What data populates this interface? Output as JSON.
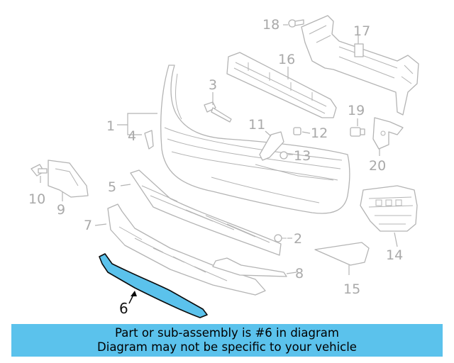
{
  "diagram": {
    "highlighted_part": "6",
    "callouts": [
      "1",
      "2",
      "3",
      "4",
      "5",
      "6",
      "7",
      "8",
      "9",
      "10",
      "11",
      "12",
      "13",
      "14",
      "15",
      "16",
      "17",
      "18",
      "19",
      "20"
    ]
  },
  "banner": {
    "line1": "Part or sub-assembly is #6 in diagram",
    "line2": "Diagram may not be specific to your vehicle"
  },
  "colors": {
    "highlight": "#5bc2ec",
    "banner_background": "#5bc2ec",
    "line_art": "#b4b4b4",
    "callout_text": "#a9a9a9"
  }
}
